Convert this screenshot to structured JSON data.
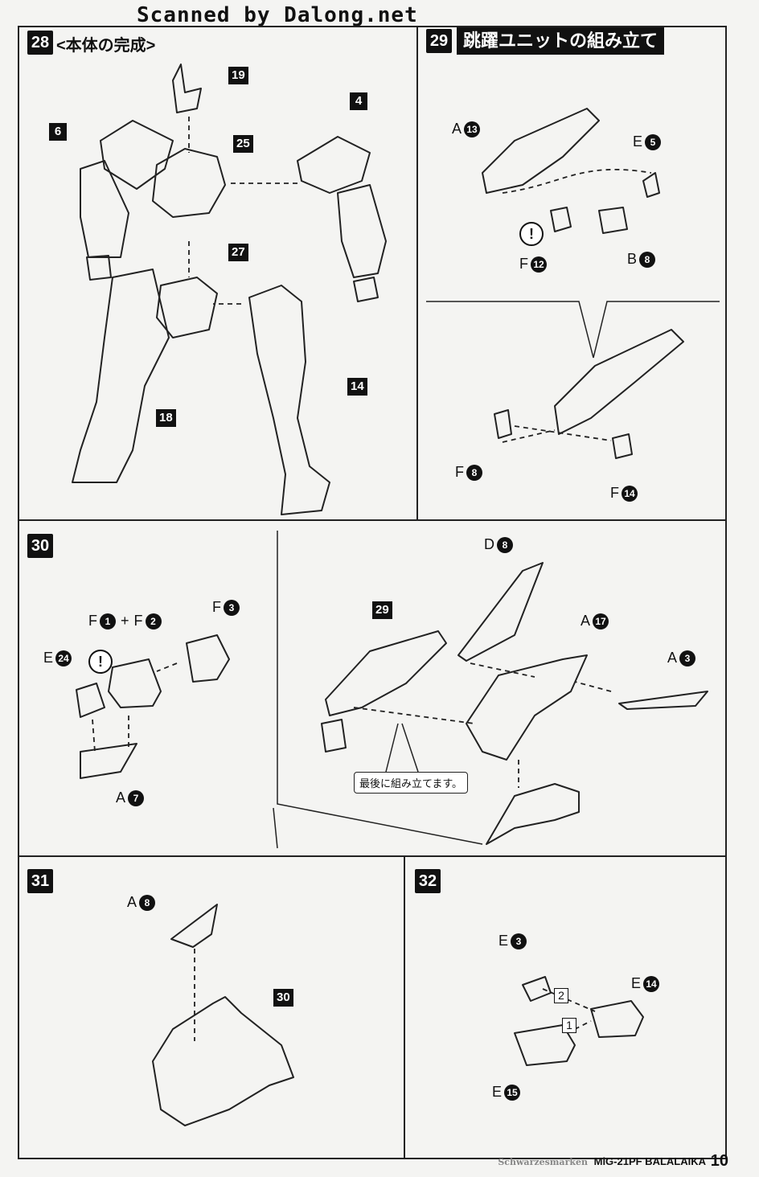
{
  "header": {
    "watermark": "Scanned by Dalong.net"
  },
  "steps": {
    "s28": {
      "num": "28",
      "title": "<本体の完成>",
      "tags": {
        "t19": "19",
        "t6": "6",
        "t25": "25",
        "t4": "4",
        "t27": "27",
        "t14": "14",
        "t18": "18"
      }
    },
    "s29": {
      "num": "29",
      "title": "跳躍ユニットの組み立て",
      "labels": {
        "a13": {
          "letter": "A",
          "n": "13"
        },
        "e5": {
          "letter": "E",
          "n": "5"
        },
        "f12": {
          "letter": "F",
          "n": "12"
        },
        "b8": {
          "letter": "B",
          "n": "8"
        },
        "f8": {
          "letter": "F",
          "n": "8"
        },
        "f14": {
          "letter": "F",
          "n": "14"
        }
      }
    },
    "s30": {
      "num": "30",
      "labels": {
        "f1": {
          "letter": "F",
          "n": "1"
        },
        "plus": "+",
        "f2": {
          "letter": "F",
          "n": "2"
        },
        "f3": {
          "letter": "F",
          "n": "3"
        },
        "e24": {
          "letter": "E",
          "n": "24"
        },
        "a7": {
          "letter": "A",
          "n": "7"
        },
        "d8": {
          "letter": "D",
          "n": "8"
        },
        "a17": {
          "letter": "A",
          "n": "17"
        },
        "a3": {
          "letter": "A",
          "n": "3"
        }
      },
      "tag29": "29",
      "note": "最後に組み立てます。"
    },
    "s31": {
      "num": "31",
      "labels": {
        "a8": {
          "letter": "A",
          "n": "8"
        }
      },
      "tag30": "30"
    },
    "s32": {
      "num": "32",
      "labels": {
        "e3": {
          "letter": "E",
          "n": "3"
        },
        "e14": {
          "letter": "E",
          "n": "14"
        },
        "e15": {
          "letter": "E",
          "n": "15"
        }
      },
      "order": {
        "o1": "1",
        "o2": "2"
      }
    }
  },
  "warning_symbol": "!",
  "footer": {
    "series": "Schwarzesmarken",
    "product": "MiG-21PF BALALAIKA",
    "page": "10"
  }
}
